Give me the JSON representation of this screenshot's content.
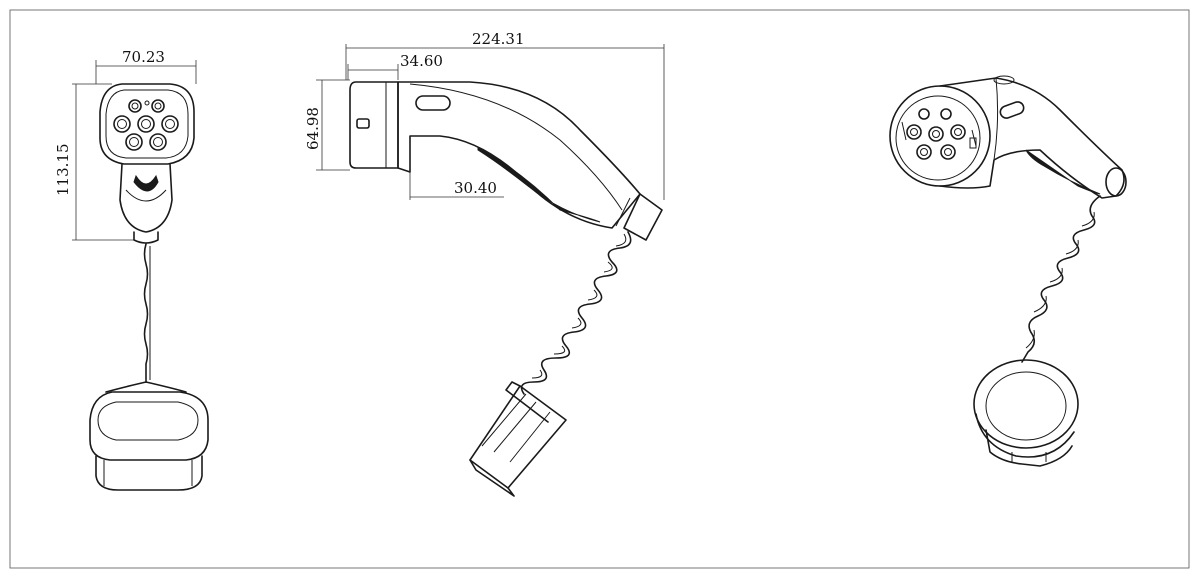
{
  "views": {
    "front": {
      "width_dim": "70.23",
      "height_dim": "113.15"
    },
    "side": {
      "length_dim": "224.31",
      "nose_dim": "34.60",
      "height_dim": "64.98",
      "neck_dim": "30.40"
    }
  }
}
